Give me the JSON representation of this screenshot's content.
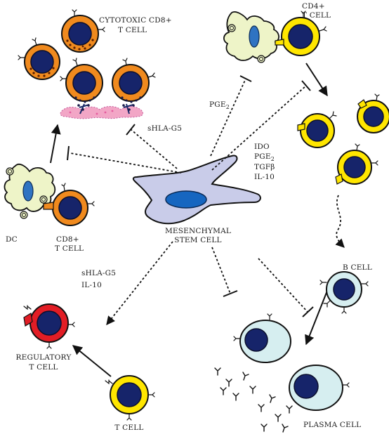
{
  "labels": {
    "cytotoxic_line1": "CYTOTOXIC CD8+",
    "cytotoxic_line2": "T CELL",
    "cd4_line1": "CD4+",
    "cd4_line2": "T CELL",
    "pge2_top": "PGE",
    "pge2_top_sub": "2",
    "shla_g5_top": "sHLA-G5",
    "ido_list": [
      "IDO",
      "PGE",
      "TGFβ",
      "IL-10"
    ],
    "ido_pge_sub": "2",
    "dc": "DC",
    "cd8_line1": "CD8+",
    "cd8_line2": "T CELL",
    "msc_line1": "MESENCHYMAL",
    "msc_line2": "STEM CELL",
    "shla_left_1": "sHLA-G5",
    "shla_left_2": "IL-10",
    "b_cell": "B CELL",
    "regulatory_line1": "REGULATORY",
    "regulatory_line2": "T CELL",
    "t_cell": "T CELL",
    "plasma_cell": "PLASMA CELL"
  },
  "colors": {
    "orange_cell": "#f08a1e",
    "yellow_cell": "#ffe600",
    "red_cell": "#e21d25",
    "light_cyan_cell": "#d6eef0",
    "nucleus": "#16246a",
    "dc_body": "#eef4c8",
    "dc_nucleus": "#2f73c2",
    "msc_body": "#c9cce9",
    "msc_nucleus": "#1666c0",
    "lysis_pink": "#f2a6c6"
  },
  "icons": [
    "y-receptor-glyph",
    "antibody-glyph",
    "inhibition-bar"
  ]
}
